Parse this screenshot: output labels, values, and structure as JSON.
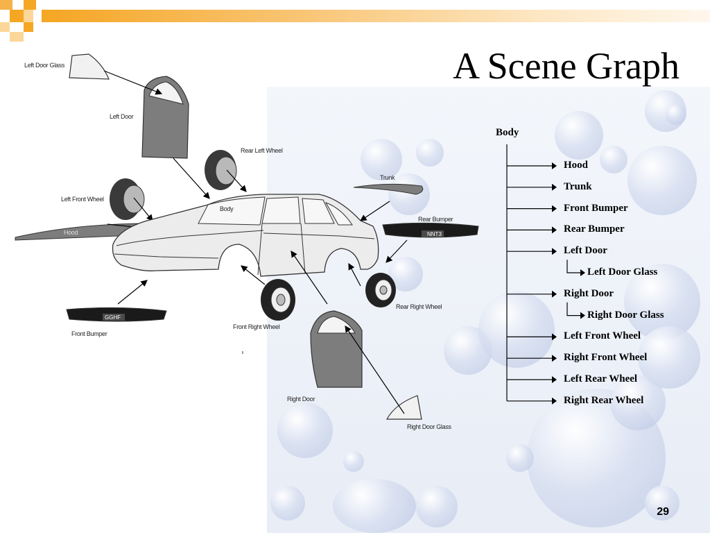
{
  "title": "A Scene Graph",
  "page_number": "29",
  "colors": {
    "accent_orange": "#f5a623",
    "accent_light": "#fcd79a"
  },
  "car_labels": {
    "left_door_glass": "Left Door Glass",
    "left_door": "Left Door",
    "rear_left_wheel": "Rear Left Wheel",
    "trunk": "Trunk",
    "left_front_wheel": "Left Front Wheel",
    "body": "Body",
    "hood": "Hood",
    "rear_bumper": "Rear Bumper",
    "rear_plate": "NNT3",
    "front_plate": "GGHF",
    "front_bumper": "Front Bumper",
    "front_right_wheel": "Front Right Wheel",
    "rear_right_wheel": "Rear Right Wheel",
    "right_door": "Right Door",
    "right_door_glass": "Right Door Glass"
  },
  "tree": {
    "root": "Body",
    "children": [
      {
        "label": "Hood"
      },
      {
        "label": "Trunk"
      },
      {
        "label": "Front Bumper"
      },
      {
        "label": "Rear Bumper"
      },
      {
        "label": "Left Door",
        "child": "Left Door Glass"
      },
      {
        "label": "Right Door",
        "child": "Right Door Glass"
      },
      {
        "label": "Left Front Wheel"
      },
      {
        "label": "Right Front Wheel"
      },
      {
        "label": "Left Rear Wheel"
      },
      {
        "label": "Right Rear Wheel"
      }
    ]
  }
}
